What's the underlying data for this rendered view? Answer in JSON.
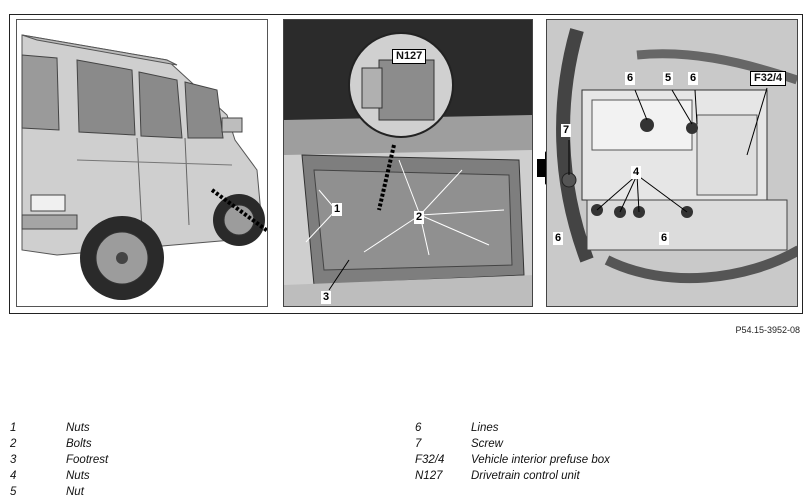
{
  "figure": {
    "reference": "P54.15-3952-08",
    "panel2_box_label": "N127",
    "panel3_box_label": "F32/4",
    "callouts": {
      "c1": "1",
      "c2": "2",
      "c3": "3",
      "c4": "4",
      "c5": "5",
      "c6a": "6",
      "c6b": "6",
      "c6c": "6",
      "c6d": "6",
      "c7": "7"
    }
  },
  "legend": {
    "left": [
      {
        "num": "1",
        "text": "Nuts"
      },
      {
        "num": "2",
        "text": "Bolts"
      },
      {
        "num": "3",
        "text": "Footrest"
      },
      {
        "num": "4",
        "text": "Nuts"
      },
      {
        "num": "5",
        "text": "Nut"
      }
    ],
    "right": [
      {
        "num": "6",
        "text": "Lines"
      },
      {
        "num": "7",
        "text": "Screw"
      },
      {
        "num": "F32/4",
        "text": "Vehicle interior prefuse box"
      },
      {
        "num": "N127",
        "text": "Drivetrain control unit"
      }
    ]
  }
}
